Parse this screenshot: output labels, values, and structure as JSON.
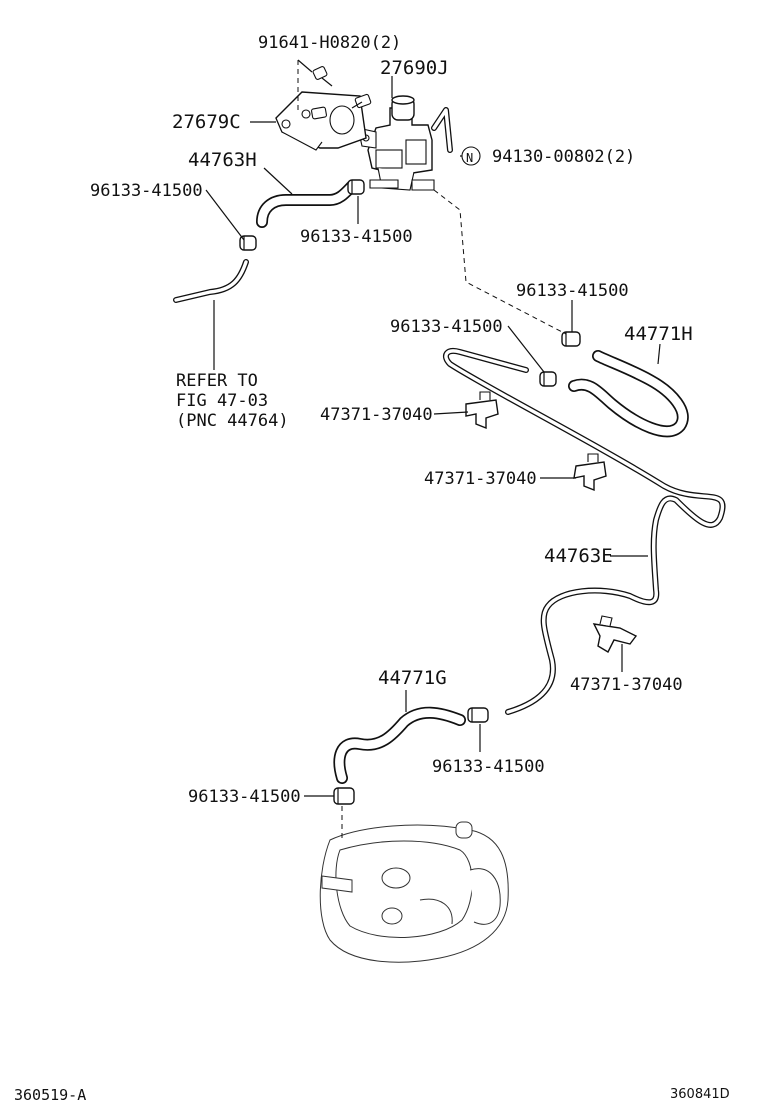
{
  "labels": {
    "bolt": "91641-H0820(2)",
    "vsv": "27690J",
    "bracket": "27679C",
    "nut_code": "94130-00802(2)",
    "nut_symbol": "N",
    "hose_h_763": "44763H",
    "clamp_1": "96133-41500",
    "clamp_2": "96133-41500",
    "clamp_3": "96133-41500",
    "clamp_4": "96133-41500",
    "clamp_5": "96133-41500",
    "clamp_6": "96133-41500",
    "hose_771h": "44771H",
    "clip_1": "47371-37040",
    "clip_2": "47371-37040",
    "clip_3": "47371-37040",
    "hose_763e": "44763E",
    "hose_771g": "44771G",
    "refer_line1": "REFER TO",
    "refer_line2": "FIG 47-03",
    "refer_line3": "(PNC 44764)"
  },
  "footer": {
    "left_code": "360519-A",
    "right_code": "360841D"
  }
}
